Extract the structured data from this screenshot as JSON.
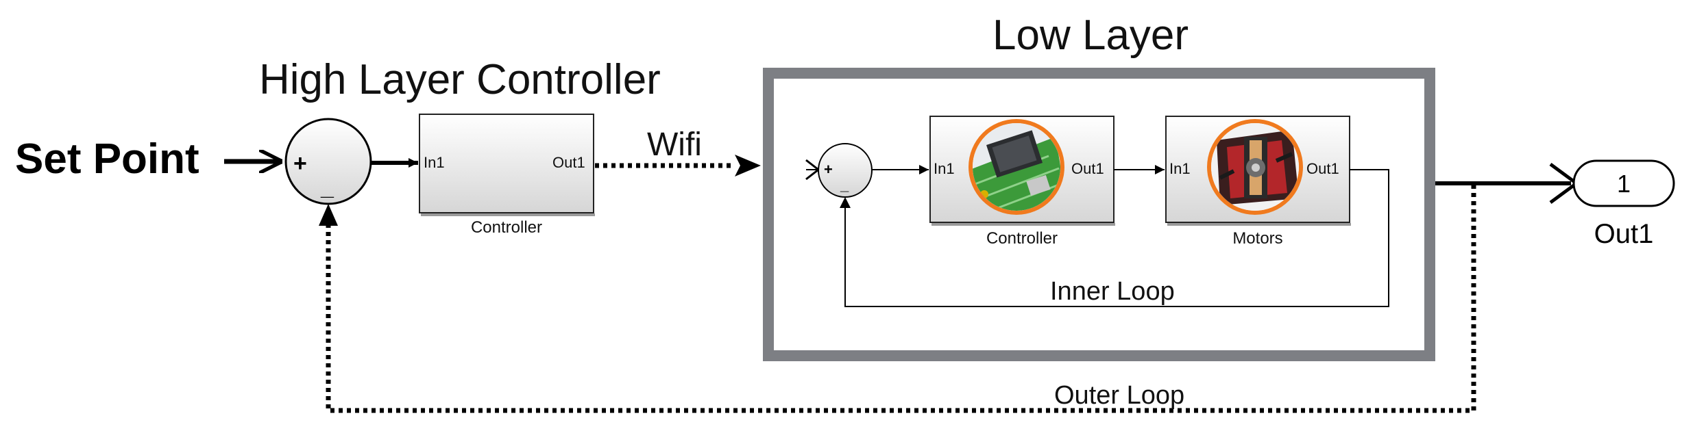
{
  "diagram": {
    "input_label": "Set Point",
    "high_layer": {
      "title": "High Layer Controller",
      "block": {
        "in_port": "In1",
        "out_port": "Out1",
        "caption": "Controller"
      },
      "sum": {
        "plus": "+",
        "minus": "_"
      }
    },
    "link_label": "Wifi",
    "low_layer": {
      "title": "Low Layer",
      "sum": {
        "plus": "+",
        "minus": "_"
      },
      "controller_block": {
        "in_port": "In1",
        "out_port": "Out1",
        "caption": "Controller",
        "image_icon": "circuit-board-icon"
      },
      "motors_block": {
        "in_port": "In1",
        "out_port": "Out1",
        "caption": "Motors",
        "image_icon": "motor-icon"
      },
      "inner_loop_label": "Inner Loop"
    },
    "output": {
      "port_number": "1",
      "label": "Out1"
    },
    "outer_loop_label": "Outer Loop",
    "colors": {
      "low_layer_border": "#7d7f84",
      "block_fill_top": "#ffffff",
      "block_fill_bottom": "#d9d9d9",
      "icon_ring": "#f07a1e",
      "board_green": "#3c9a3a"
    }
  }
}
